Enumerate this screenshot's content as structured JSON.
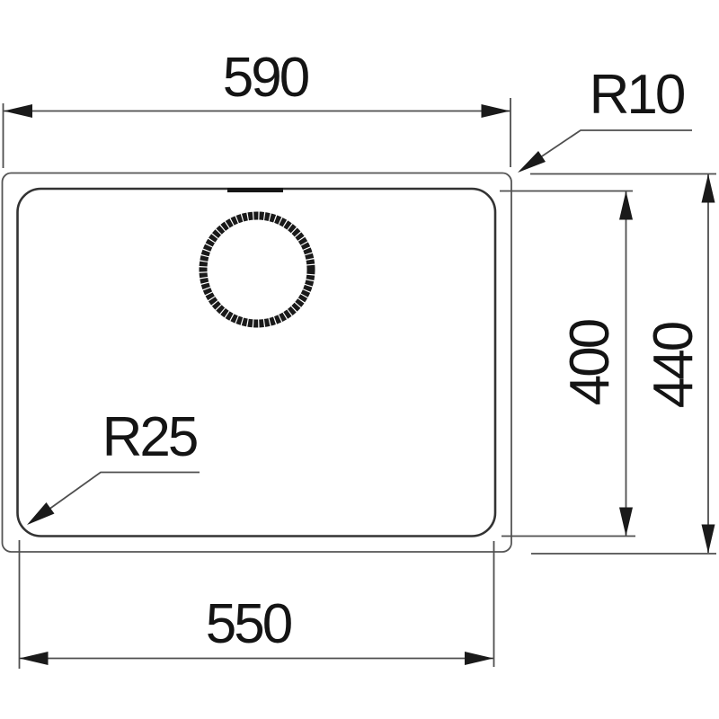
{
  "drawing": {
    "labels": {
      "width_outer": "590",
      "width_inner": "550",
      "height_inner": "400",
      "height_outer": "440",
      "radius_outer": "R10",
      "radius_inner": "R25"
    },
    "colors": {
      "background": "#ffffff",
      "line_gray": "#4f4f4f",
      "dark": "#1a1a1a"
    }
  }
}
